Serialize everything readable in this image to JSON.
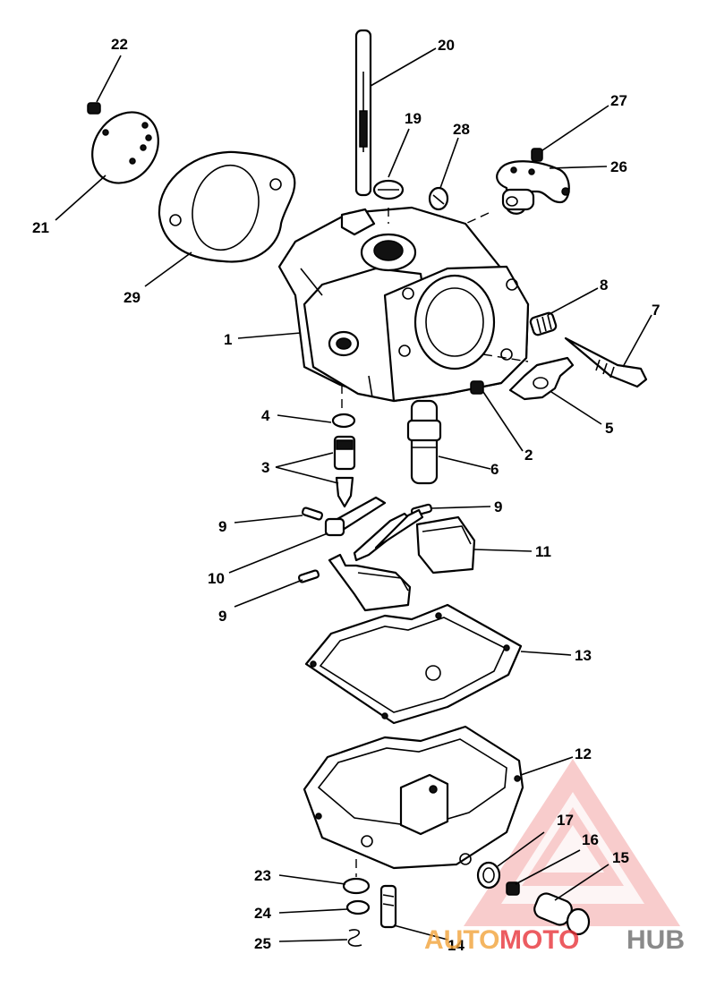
{
  "callouts": {
    "c1": "1",
    "c2": "2",
    "c3": "3",
    "c4": "4",
    "c5": "5",
    "c6": "6",
    "c7": "7",
    "c8": "8",
    "c9a": "9",
    "c9b": "9",
    "c9c": "9",
    "c10": "10",
    "c11": "11",
    "c12": "12",
    "c13": "13",
    "c14": "14",
    "c15": "15",
    "c16": "16",
    "c17": "17",
    "c19": "19",
    "c20": "20",
    "c21": "21",
    "c22": "22",
    "c23": "23",
    "c24": "24",
    "c25": "25",
    "c26": "26",
    "c27": "27",
    "c28": "28",
    "c29": "29"
  },
  "watermark": {
    "text_a": "AUTO",
    "text_b": "MOTO",
    "text_c": "HUB",
    "colors": {
      "logo_red": "#e8343a",
      "logo_orange": "#f2a33a",
      "logo_gray": "#6e6e6e"
    }
  }
}
